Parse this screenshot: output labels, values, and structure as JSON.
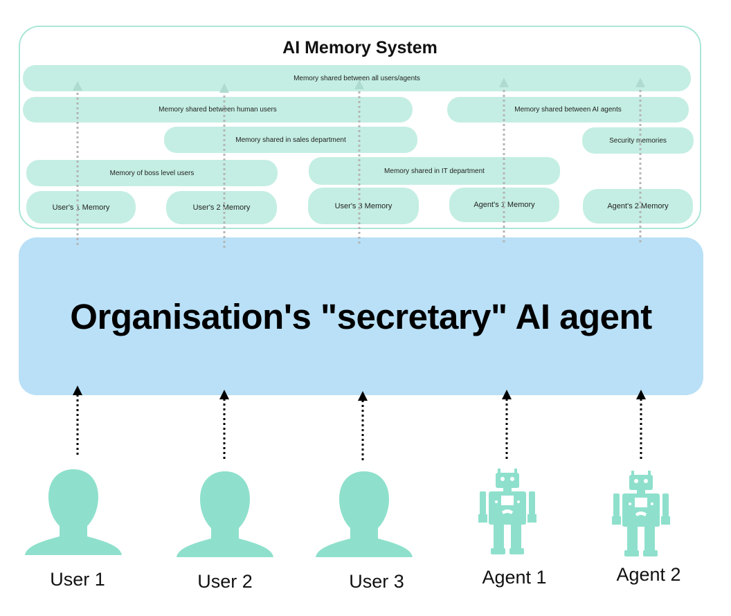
{
  "memory_system": {
    "title": "AI Memory System",
    "layers": [
      {
        "label": "Memory shared between all users/agents"
      },
      {
        "label": "Memory shared between human users"
      },
      {
        "label": "Memory shared between AI agents"
      },
      {
        "label": "Memory shared in sales department"
      },
      {
        "label": "Security memories"
      },
      {
        "label": "Memory of boss level users"
      },
      {
        "label": "Memory shared in IT department"
      }
    ],
    "individual": [
      {
        "label": "User's 1 Memory"
      },
      {
        "label": "User's 2 Memory"
      },
      {
        "label": "User's 3 Memory"
      },
      {
        "label": "Agent's 1 Memory"
      },
      {
        "label": "Agent's 2 Memory"
      }
    ]
  },
  "secretary": {
    "label": "Organisation's \"secretary\" AI agent"
  },
  "actors": [
    {
      "label": "User 1",
      "icon": "person-icon"
    },
    {
      "label": "User 2",
      "icon": "person-icon"
    },
    {
      "label": "User 3",
      "icon": "person-icon"
    },
    {
      "label": "Agent 1",
      "icon": "robot-icon"
    },
    {
      "label": "Agent 2",
      "icon": "robot-icon"
    }
  ],
  "colors": {
    "memory_pill": "#c4eee3",
    "frame_border": "#a9e6d6",
    "secretary_box": "#b9e0f6",
    "actor_icon": "#8ee0cc",
    "memory_arrow": "#b4b4b4"
  }
}
